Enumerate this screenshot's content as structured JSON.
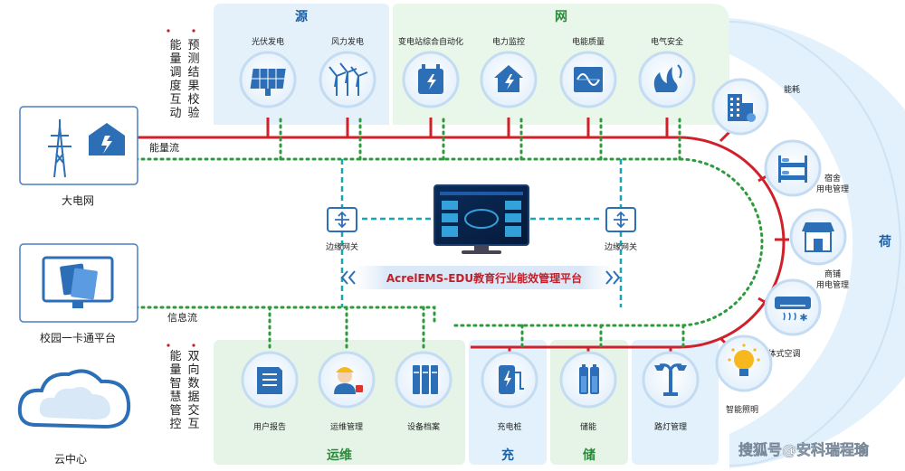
{
  "sections": {
    "source": "源",
    "grid": "网",
    "load": "荷",
    "ops": "运维",
    "charge": "充",
    "storage": "储"
  },
  "source_items": [
    "光伏发电",
    "风力发电"
  ],
  "grid_items": [
    "变电站综合自动化",
    "电力监控",
    "电能质量",
    "电气安全"
  ],
  "load_items": [
    {
      "l1": "能耗",
      "l2": ""
    },
    {
      "l1": "宿舍",
      "l2": "用电管理"
    },
    {
      "l1": "商铺",
      "l2": "用电管理"
    },
    {
      "l1": "分体式空调",
      "l2": ""
    },
    {
      "l1": "智能照明",
      "l2": ""
    }
  ],
  "bottom_items": [
    "用户报告",
    "运维管理",
    "设备档案",
    "充电桩",
    "储能",
    "路灯管理"
  ],
  "left_nodes": {
    "grid": "大电网",
    "card": "校园一卡通平台",
    "cloud": "云中心"
  },
  "vertical_top_a": "能量调度互动",
  "vertical_top_b": "预测结果校验",
  "vertical_bottom_a": "能量智慧管控",
  "vertical_bottom_b": "双向数据交互",
  "energy_flow": "能量流",
  "info_flow": "信息流",
  "gateway": "边缘网关",
  "platform_title": "AcrelEMS-EDU教育行业能效管理平台",
  "watermark": "搜狐号@安科瑞程瑜",
  "colors": {
    "energy_line": "#d0202a",
    "info_line": "#2e9a3c",
    "gateway_line": "#1aa6b0",
    "source_bg": "#e4f1fb",
    "grid_bg": "#e9f6ea",
    "load_bg": "#e2f1fb",
    "ops_bg": "#e6f4e8",
    "charge_bg": "#e2f1fb",
    "storage_bg": "#e6f4e8",
    "header_blue": "#1d5fa0",
    "header_green": "#2a8a3a",
    "icon_blue": "#2d6fb7"
  }
}
